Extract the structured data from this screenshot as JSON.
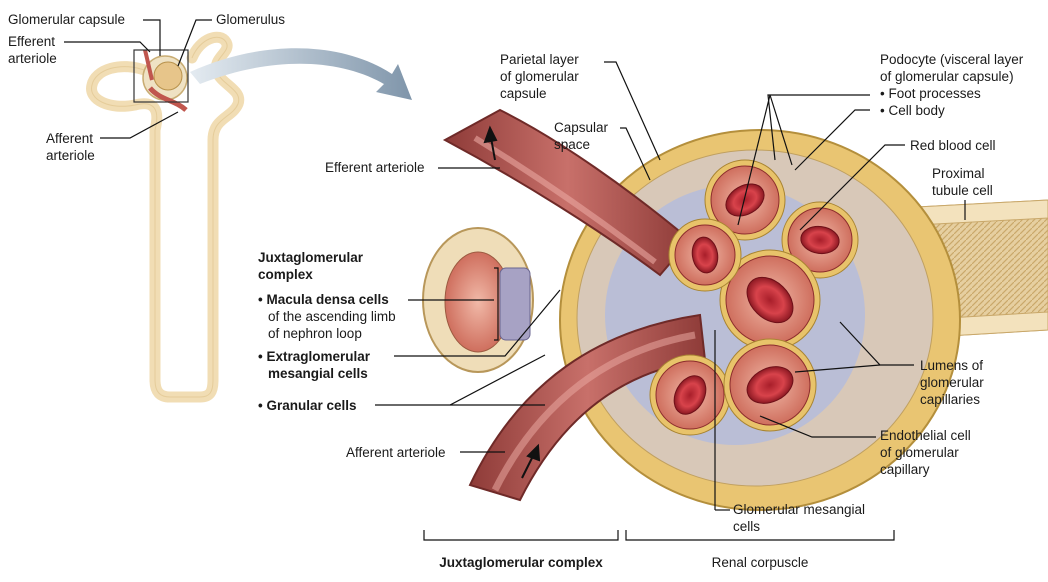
{
  "labels": {
    "glomerular_capsule": "Glomerular capsule",
    "glomerulus": "Glomerulus",
    "efferent_arteriole_small": [
      "Efferent",
      "arteriole"
    ],
    "afferent_arteriole_small": [
      "Afferent",
      "arteriole"
    ],
    "parietal_layer": [
      "Parietal layer",
      "of glomerular",
      "capsule"
    ],
    "podocyte": [
      "Podocyte (visceral layer",
      "of glomerular capsule)"
    ],
    "foot_processes": "• Foot processes",
    "cell_body": "• Cell body",
    "capsular_space": [
      "Capsular",
      "space"
    ],
    "efferent_arteriole": "Efferent arteriole",
    "red_blood_cell": "Red blood cell",
    "proximal_tubule_cell": [
      "Proximal",
      "tubule cell"
    ],
    "jg_complex_heading": [
      "Juxtaglomerular",
      "complex"
    ],
    "macula_densa_cells": "• Macula densa cells",
    "macula_densa_sub": [
      "of the ascending limb",
      "of nephron loop"
    ],
    "extraglomerular_mesangial": [
      "• Extraglomerular",
      "mesangial cells"
    ],
    "granular_cells": "• Granular cells",
    "lumens": [
      "Lumens of",
      "glomerular",
      "capillaries"
    ],
    "endothelial_cell": [
      "Endothelial cell",
      "of glomerular",
      "capillary"
    ],
    "afferent_arteriole": "Afferent arteriole",
    "glomerular_mesangial": [
      "Glomerular mesangial",
      "cells"
    ],
    "jg_complex_bottom": "Juxtaglomerular complex",
    "renal_corpuscle": "Renal corpuscle"
  },
  "colors": {
    "tubule": "#f3dfb8",
    "capsule": "#e8c46a",
    "arteriole": "#b5534e",
    "arteriole_dark": "#7a2a2a",
    "capillary": "#c9404a",
    "mesangial": "#b8bcd8",
    "arrow": "#8aa0b5"
  }
}
